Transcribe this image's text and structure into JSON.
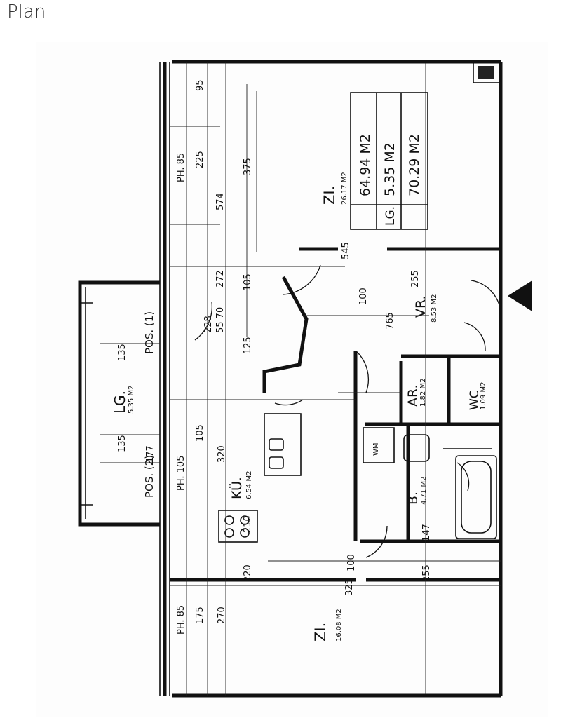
{
  "page_heading": "Plan",
  "plan": {
    "area_table": {
      "rows": [
        {
          "label": "",
          "value": "64.94 M2"
        },
        {
          "label": "LG.",
          "value": "5.35 M2"
        },
        {
          "label": "",
          "value": "70.29 M2"
        }
      ]
    },
    "rooms": {
      "zi_main": {
        "name": "ZI.",
        "area": "26.17 M2"
      },
      "zi_small": {
        "name": "ZI.",
        "area": "16.08 M2"
      },
      "lg": {
        "name": "LG.",
        "area": "5.35 M2"
      },
      "ku": {
        "name": "KÜ.",
        "area": "6.54 M2"
      },
      "vr": {
        "name": "VR.",
        "area": "8.53 M2"
      },
      "ar": {
        "name": "AR.",
        "area": "1.82 M2"
      },
      "wc": {
        "name": "WC",
        "area": "1.09 M2"
      },
      "b": {
        "name": "B.",
        "area": "4.71 M2"
      }
    },
    "pos_labels": {
      "pos1": "POS. (1)",
      "pos2": "POS. (2)"
    },
    "wm_label": "WM",
    "dimensions": {
      "d574": "574",
      "d375": "375",
      "d225": "225",
      "d95": "95",
      "ph85a": "PH. 85",
      "d272": "272",
      "d105a": "105",
      "d228": "228",
      "d55_70": "55 70",
      "d125": "125",
      "d765": "765",
      "d100a": "100",
      "d255a": "255",
      "d320": "320",
      "d105b": "105",
      "ph105": "PH. 105",
      "d210": "210",
      "d325": "325",
      "d270": "270",
      "d175": "175",
      "ph85b": "PH. 85",
      "d220": "220",
      "d100b": "100",
      "d255b": "255",
      "d147": "147",
      "d135a": "135",
      "d135b": "135",
      "d177": "177",
      "d545": "545"
    }
  }
}
